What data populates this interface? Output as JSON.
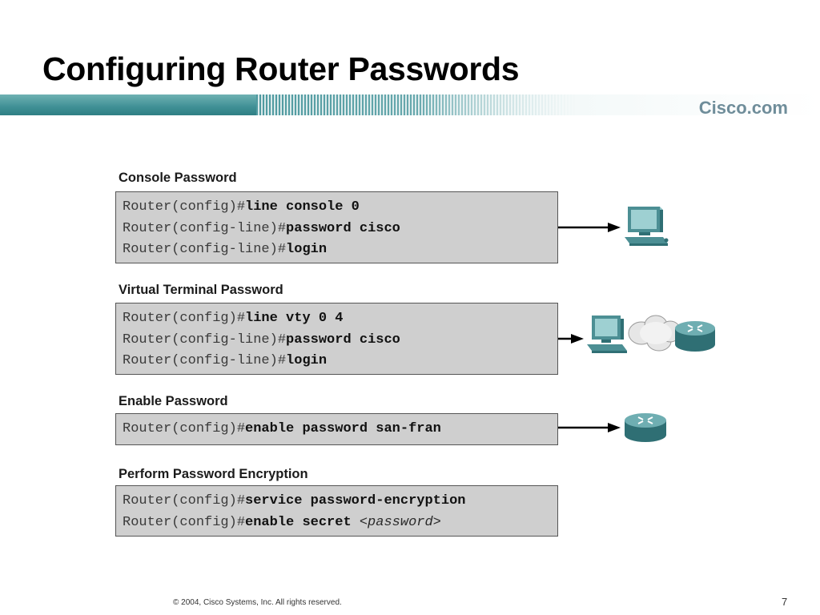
{
  "slide": {
    "title": "Configuring Router Passwords",
    "brand": "Cisco.com",
    "footer": "© 2004, Cisco Systems, Inc. All rights reserved.",
    "page_number": "7"
  },
  "sections": [
    {
      "label": "Console Password",
      "lines": [
        {
          "prompt": "Router(config)#",
          "command": "line console 0",
          "arg": ""
        },
        {
          "prompt": "Router(config-line)#",
          "command": "password cisco",
          "arg": ""
        },
        {
          "prompt": "Router(config-line)#",
          "command": "login",
          "arg": ""
        }
      ],
      "device": "terminal-pc-icon"
    },
    {
      "label": "Virtual Terminal Password",
      "lines": [
        {
          "prompt": "Router(config)#",
          "command": "line vty 0 4",
          "arg": ""
        },
        {
          "prompt": "Router(config-line)#",
          "command": "password cisco",
          "arg": ""
        },
        {
          "prompt": "Router(config-line)#",
          "command": "login",
          "arg": ""
        }
      ],
      "device": "pc-cloud-router-icon"
    },
    {
      "label": "Enable Password",
      "lines": [
        {
          "prompt": "Router(config)#",
          "command": "enable password san-fran",
          "arg": ""
        }
      ],
      "device": "router-icon"
    },
    {
      "label": "Perform Password Encryption",
      "lines": [
        {
          "prompt": "Router(config)#",
          "command": "service password-encryption",
          "arg": ""
        },
        {
          "prompt": "Router(config)#",
          "command": "enable secret ",
          "arg": "<password>"
        }
      ],
      "device": ""
    }
  ],
  "colors": {
    "band_teal": "#3f9095",
    "code_bg": "#cfcfcf",
    "device_teal": "#4c8f94"
  }
}
